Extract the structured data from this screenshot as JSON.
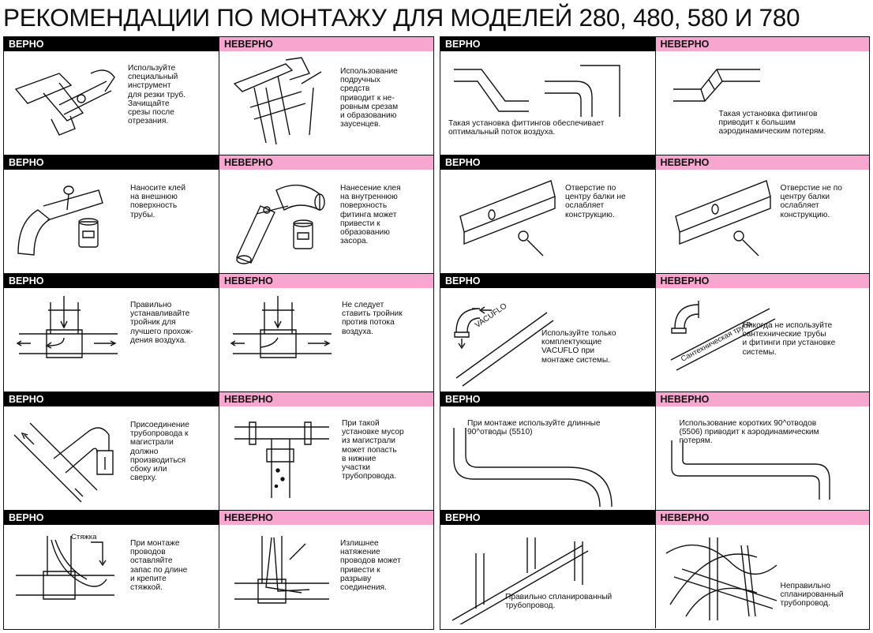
{
  "title": "РЕКОМЕНДАЦИИ ПО МОНТАЖУ ДЛЯ МОДЕЛЕЙ 280, 480, 580 И 780",
  "labels": {
    "ok": "ВЕРНО",
    "bad": "НЕВЕРНО"
  },
  "colors": {
    "ok_header": "#000000",
    "bad_header": "#f6a6cf"
  },
  "left": [
    {
      "ok": "Используйте\nспециальный\nинструмент\nдля резки труб.\nЗачищайте\nсрезы после\nотрезания.",
      "bad": "Использование\nподручных\nсредств\nприводит к не-\nровным срезам\nи образованию\nзаусенцев."
    },
    {
      "ok": "Наносите клей\nна внешнюю\nповерхность\nтрубы.",
      "bad": "Нанесение клея\nна внутреннюю\nповерхность\nфитинга может\nпривести к\nобразованию\nзасора."
    },
    {
      "ok": "Правильно\nустанавливайте\nтройник для\nлучшего прохож-\nдения воздуха.",
      "bad": "Не следует\nставить тройник\nпротив потока\nвоздуха."
    },
    {
      "ok": "Присоединение\nтрубопровода к\nмагистрали\nдолжно\nпроизводиться\nсбоку или\nсверху.",
      "bad": "При такой\nустановке мусор\nиз магистрали\nможет попасть\nв нижние\nучастки\nтрубопровода."
    },
    {
      "ok": "При монтаже\nпроводов\nоставляйте\nзапас по длине\nи крепите\nстяжкой.",
      "bad": "Излишнее\nнатяжение\nпроводов может\nпривести к\nразрыву\nсоединения.",
      "ok_tag": "Стяжка"
    }
  ],
  "right": [
    {
      "ok": "Такая установка фиттингов обеспечивает\nоптимальный поток воздуха.",
      "bad": "Такая установка фитингов\nприводит к большим\nаэродинамическим потерям."
    },
    {
      "ok": "Отверстие по\nцентру балки не\nослабляет\nконструкцию.",
      "bad": "Отверстие не по\nцентру балки\nослабляет\nконструкцию."
    },
    {
      "ok": "Используйте только\nкомплектующие\nVACUFLO при\nмонтаже системы.",
      "bad": "Никогда не используйте\nсантехнические трубы\nи фитинги при установке\nсистемы.",
      "ok_tag": "VACUFLO",
      "bad_tag": "Сантехническая труба"
    },
    {
      "ok": "При монтаже используйте длинные\n90^отводы (5510)",
      "bad": "Использование коротких 90^отводов\n(5506) приводит к аэродинамическим\nпотерям."
    },
    {
      "ok": "Правильно спланированный\nтрубопровод.",
      "bad": "Неправильно\nспланированный\nтрубопровод."
    }
  ]
}
